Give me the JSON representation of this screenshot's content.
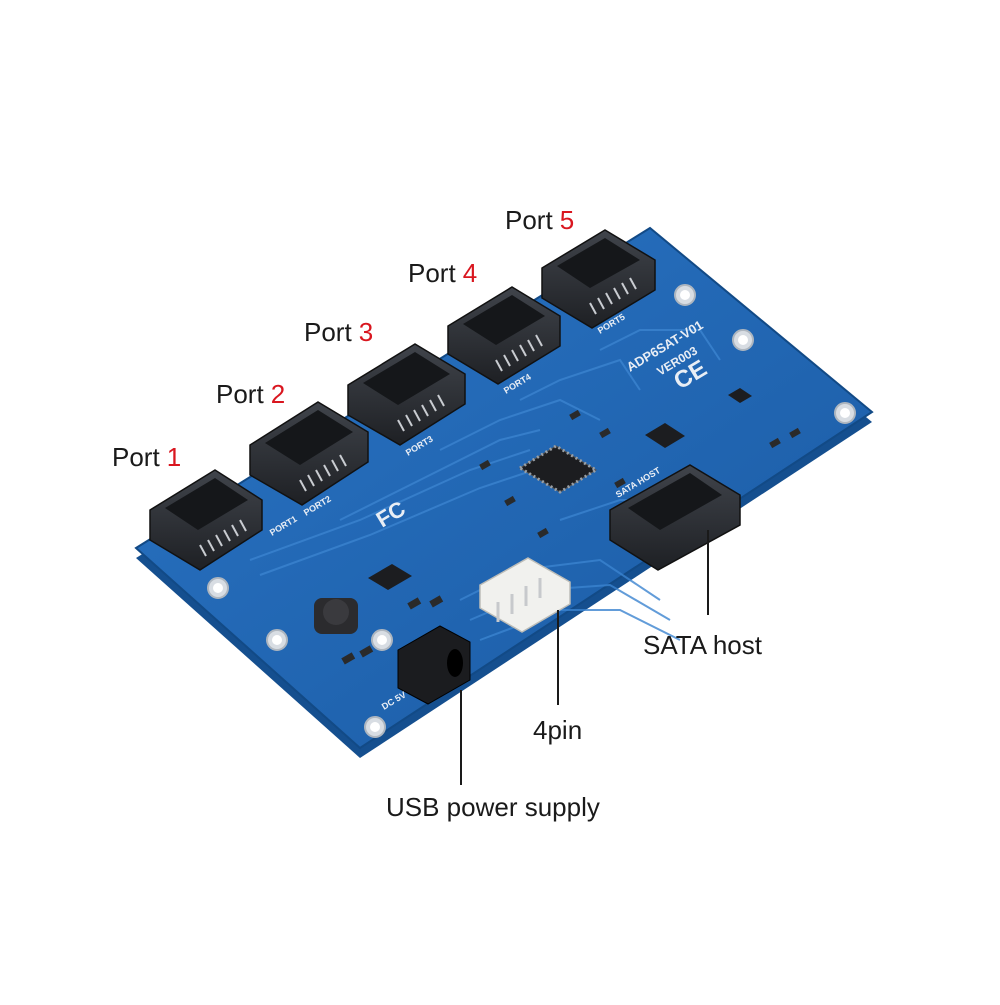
{
  "ports": [
    {
      "word": "Port",
      "number": "1"
    },
    {
      "word": "Port",
      "number": "2"
    },
    {
      "word": "Port",
      "number": "3"
    },
    {
      "word": "Port",
      "number": "4"
    },
    {
      "word": "Port",
      "number": "5"
    }
  ],
  "callouts": {
    "sata_host": "SATA host",
    "four_pin": "4pin",
    "usb_power": "USB power supply"
  },
  "board": {
    "model": "ADP6SAT-V01",
    "version": "VER003",
    "ce_mark": "CE",
    "fcc_mark": "FC",
    "silk_port1": "PORT1",
    "silk_port2": "PORT2",
    "silk_port3": "PORT3",
    "silk_port4": "PORT4",
    "silk_port5": "PORT5",
    "silk_sata_host": "SATA HOST",
    "silk_dc": "DC 5V"
  },
  "colors": {
    "pcb": "#1f66b4",
    "pcb_edge": "#154f8f",
    "trace": "#3b84d0",
    "label_number": "#d9161f",
    "connector": "#2b2e33"
  }
}
